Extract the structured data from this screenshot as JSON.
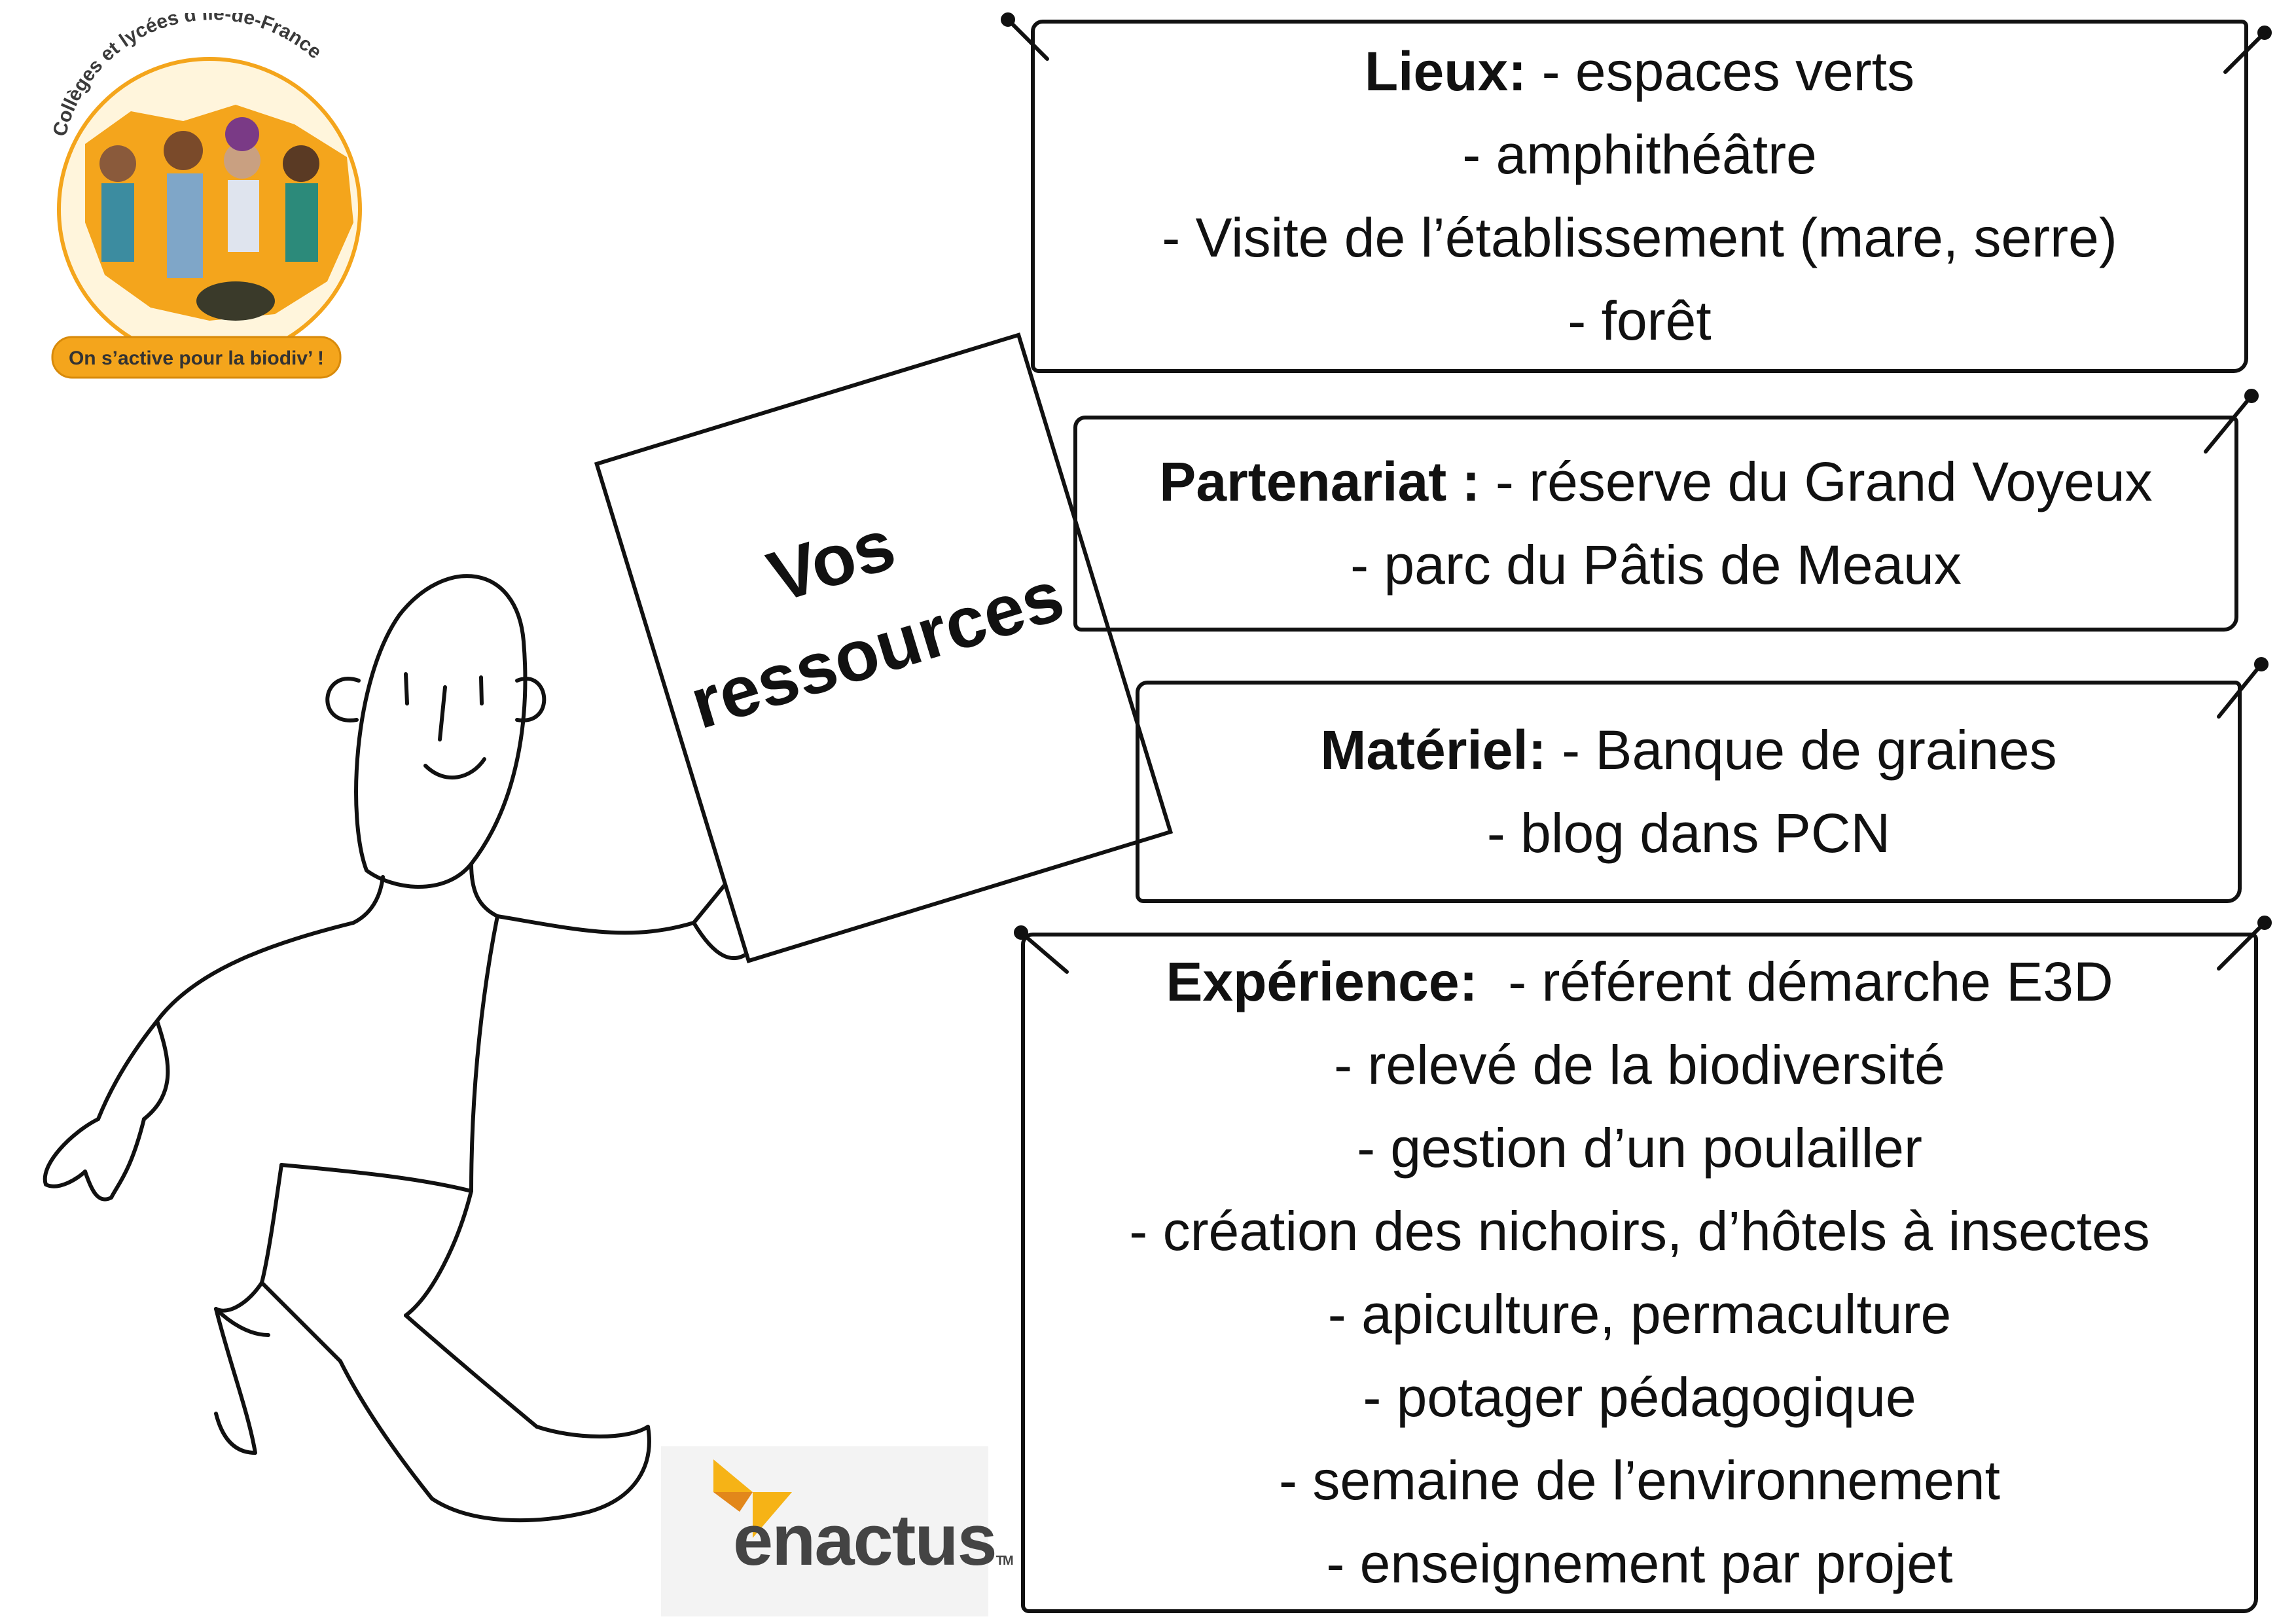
{
  "logo": {
    "arc_text": "Collèges et lycées d’Île-de-France",
    "banner": "On s’active pour la biodiv’ !",
    "colors": {
      "map": "#f4a51c",
      "banner": "#f4a51c"
    }
  },
  "sign": {
    "line1": "Vos",
    "line2": "ressources"
  },
  "sections": {
    "lieux": {
      "label": "Lieux:",
      "first": " - espaces verts",
      "items": [
        "- amphithéâtre",
        "- Visite de l’établissement (mare, serre)",
        "- forêt"
      ]
    },
    "partenariat": {
      "label": "Partenariat :",
      "first": " - réserve du Grand Voyeux",
      "items": [
        "- parc du Pâtis de Meaux"
      ]
    },
    "materiel": {
      "label": "Matériel:",
      "first": " - Banque de graines",
      "items": [
        "- blog dans PCN"
      ]
    },
    "experience": {
      "label": "Expérience:",
      "first": "  - référent démarche E3D",
      "items": [
        "- relevé de la biodiversité",
        "- gestion d’un poulailler",
        "- création des nichoirs, d’hôtels à insectes",
        "- apiculture, permaculture",
        "- potager pédagogique",
        "- semaine de l’environnement",
        "- enseignement par projet"
      ]
    }
  },
  "enactus": {
    "word": "enactus",
    "tm": "TM",
    "colors": {
      "mark": "#f6b316",
      "mark_dark": "#e2871b",
      "text": "#444444"
    }
  }
}
